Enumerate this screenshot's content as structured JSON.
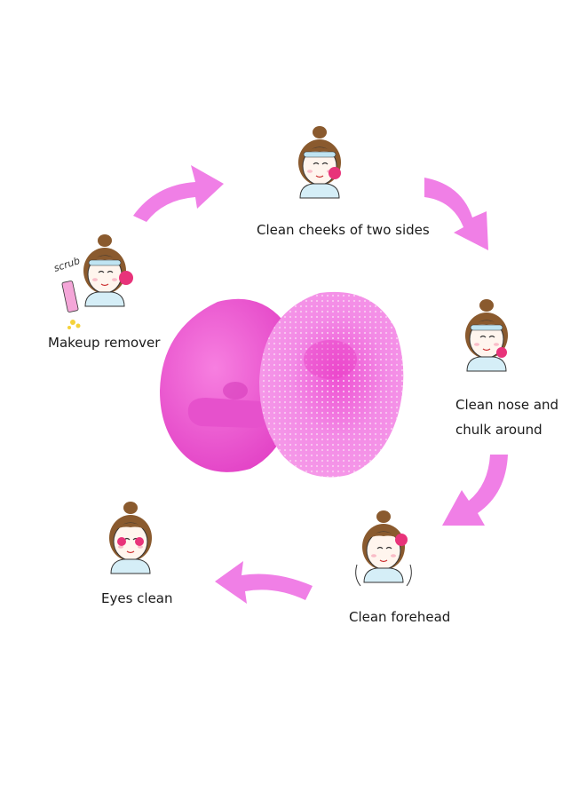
{
  "steps": [
    {
      "id": "cheeks",
      "label": "Clean cheeks of two sides"
    },
    {
      "id": "nose",
      "label_line1": "Clean nose and",
      "label_line2": "chulk around"
    },
    {
      "id": "forehead",
      "label": "Clean forehead"
    },
    {
      "id": "eyes",
      "label": "Eyes clean"
    },
    {
      "id": "makeup",
      "label": "Makeup remover",
      "tube_text": "scrub"
    }
  ],
  "colors": {
    "arrow": "#f07fe6",
    "brush_main": "#f05ad4",
    "brush_light": "#f48fe4",
    "brush_dark": "#d63cba",
    "face_skin": "#fff5ee",
    "hair": "#8a5a2e",
    "sponge": "#e8337a"
  },
  "icons": {
    "arrow": "curved-arrow-icon",
    "girl": "girl-face-icon",
    "brush": "silicone-brush-icon"
  }
}
